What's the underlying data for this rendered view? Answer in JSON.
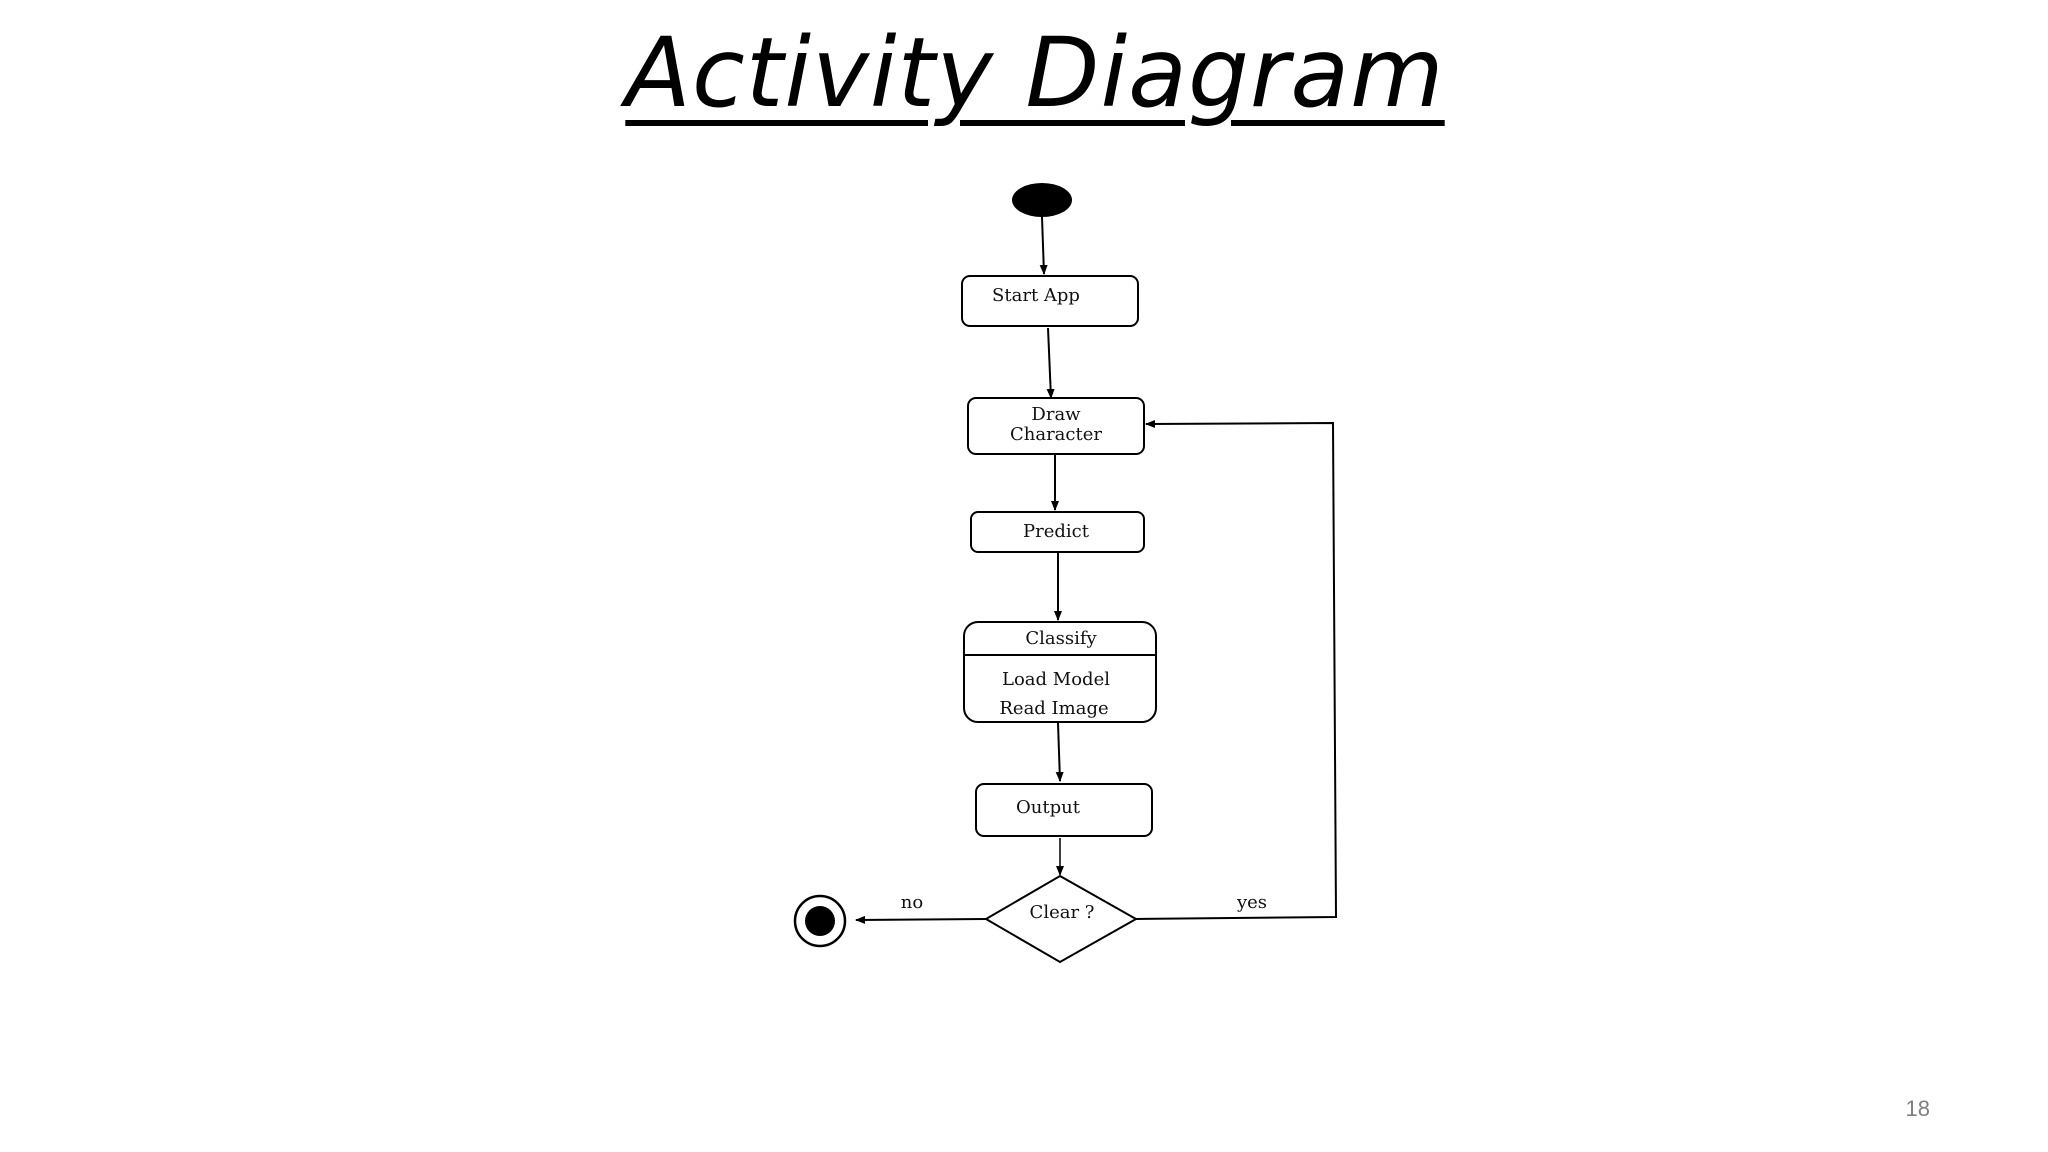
{
  "slide": {
    "title": "Activity Diagram",
    "page_number": "18"
  },
  "diagram": {
    "nodes": {
      "start_app": "Start App",
      "draw_line1": "Draw",
      "draw_line2": "Character",
      "predict": "Predict",
      "classify_header": "Classify",
      "classify_item1": "Load Model",
      "classify_item2": "Read Image",
      "output": "Output",
      "decision": "Clear ?"
    },
    "edges": {
      "no": "no",
      "yes": "yes"
    }
  }
}
